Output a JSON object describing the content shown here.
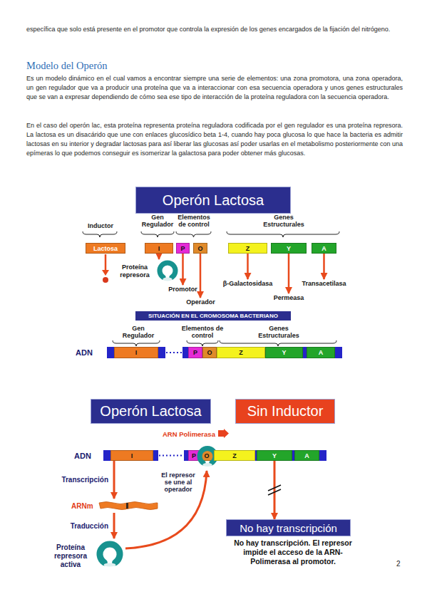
{
  "diagram": {
    "title": "Modelo del Operón",
    "nodes": [
      {
        "text": [
          "Operón Lactosa"
        ]
      },
      {
        "text": [
          "Lactosa"
        ]
      },
      {
        "text": [
          "I"
        ]
      },
      {
        "text": [
          "P"
        ]
      },
      {
        "text": [
          "O"
        ]
      },
      {
        "text": [
          "Z"
        ]
      },
      {
        "text": [
          "Y"
        ]
      },
      {
        "text": [
          "A"
        ]
      },
      {
        "text": [
          "Proteína represora"
        ]
      },
      {
        "text": [
          "Promotor"
        ]
      },
      {
        "text": [
          "Operador"
        ]
      },
      {
        "text": [
          "β-Galactosidasa"
        ]
      },
      {
        "text": [
          "Permeasa"
        ]
      },
      {
        "text": [
          "Transacetilasa"
        ]
      },
      {
        "text": [
          "SITUACIÓN EN EL CROMOSOMA BACTERIANO"
        ]
      },
      {
        "text": [
          "I"
        ]
      },
      {
        "text": [
          "P"
        ]
      },
      {
        "text": [
          "O"
        ]
      },
      {
        "text": [
          "Z"
        ]
      },
      {
        "text": [
          "Y"
        ]
      },
      {
        "text": [
          "A"
        ]
      },
      {
        "text": [
          "Operón Lactosa"
        ]
      },
      {
        "text": [
          "Sin Inductor"
        ]
      },
      {
        "text": [
          "I"
        ]
      },
      {
        "text": [
          "P"
        ]
      },
      {
        "text": [
          "O"
        ]
      },
      {
        "text": [
          "Z"
        ]
      },
      {
        "text": [
          "Y"
        ]
      },
      {
        "text": [
          "A"
        ]
      },
      {
        "text": [
          "ARNm"
        ]
      },
      {
        "text": [
          "Proteína represora activa"
        ]
      },
      {
        "text": [
          "No hay transcripción"
        ]
      }
    ],
    "edges": [
      {
        "from": 2,
        "to": 8,
        "arrow": "to"
      },
      {
        "from": 3,
        "to": 9,
        "arrow": "to"
      },
      {
        "from": 4,
        "to": 10,
        "arrow": "to"
      },
      {
        "from": 5,
        "to": 11,
        "arrow": "to"
      },
      {
        "from": 6,
        "to": 12,
        "arrow": "to"
      },
      {
        "from": 7,
        "to": 13,
        "arrow": "to"
      },
      {
        "from": 23,
        "to": 29,
        "label": "Transcripción",
        "arrow": "to"
      },
      {
        "from": 29,
        "to": 30,
        "label": "Traducción",
        "arrow": "to"
      },
      {
        "from": 30,
        "to": 25,
        "arrow": "to"
      },
      {
        "from": 27,
        "to": 31,
        "arrow": "to"
      }
    ],
    "labels": [
      "específica que solo está presente en el promotor que controla la expresión de los genes encargados de la fijación del nitrógeno.",
      "Es un modelo dinámico en el cual vamos a encontrar siempre una serie de elementos: una zona promotora, una zona operadora, un gen regulador que va a producir una proteína que va a interaccionar con esa secuencia operadora y unos genes estructurales que se van a expresar dependiendo de cómo sea ese tipo de interacción de la proteína reguladora con la secuencia operadora.",
      "En el caso del operón lac, esta proteína representa proteína reguladora codificada por el gen regulador es una proteína represora. La lactosa es un disacárido que une con enlaces glucosídico beta 1-4, cuando hay poca glucosa lo que hace la bacteria es admitir lactosas en su interior y degradar lactosas para así liberar las glucosas así poder usarlas en el metabolismo posteriormente con una epímeras lo que podemos conseguir es isomerizar la galactosa para poder obtener más glucosas.",
      "Inductor",
      "Gen Regulador",
      "Elementos de control",
      "Genes Estructurales",
      "Gen Regulador",
      "Elementos de control",
      "Genes Estructurales",
      "ADN",
      "ARN Polimerasa",
      "ADN",
      "El represor se une al operador",
      "No hay transcripción. El represor impide el acceso de la ARN-Polimerasa al promotor.",
      "2"
    ]
  }
}
